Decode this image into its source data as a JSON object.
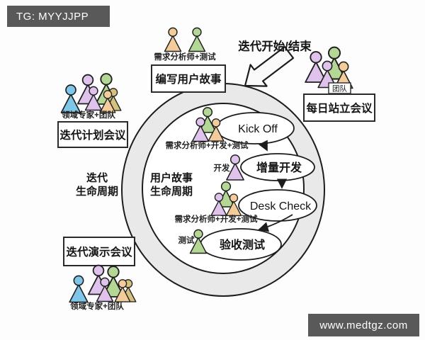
{
  "watermark_top": {
    "text": "TG: MYYJJPP"
  },
  "watermark_bottom": {
    "text": "www.medtgz.com"
  },
  "diagram": {
    "start_end_label": "迭代开始/结束",
    "outer_cycle_label": {
      "line1": "迭代",
      "line2": "生命周期"
    },
    "inner_cycle_label": {
      "line1": "用户故事",
      "line2": "生命周期"
    },
    "boxes": {
      "write_user_story": "编写用户故事",
      "daily_standup": "每日站立会议",
      "iteration_planning": "迭代计划会议",
      "iteration_demo": "迭代演示会议"
    },
    "steps": {
      "kick_off": "Kick Off",
      "incremental_dev": "增量开发",
      "desk_check": "Desk Check",
      "acceptance_test": "验收测试"
    },
    "role_labels": {
      "analyst_test": "需求分析师+测试",
      "team": "团队",
      "domain_expert_team": "领域专家+团队",
      "analyst_dev_test": "需求分析师+开发+测试",
      "dev": "开发",
      "test": "测试"
    },
    "colors": {
      "person_orange": "#f4cc9c",
      "person_green": "#b5d795",
      "person_purple": "#dfc3ec",
      "person_blue": "#7fc7e8",
      "person_olive": "#d6c07e",
      "ring_fill": "#e9e9e9",
      "watermark_bg": "#595959"
    }
  }
}
